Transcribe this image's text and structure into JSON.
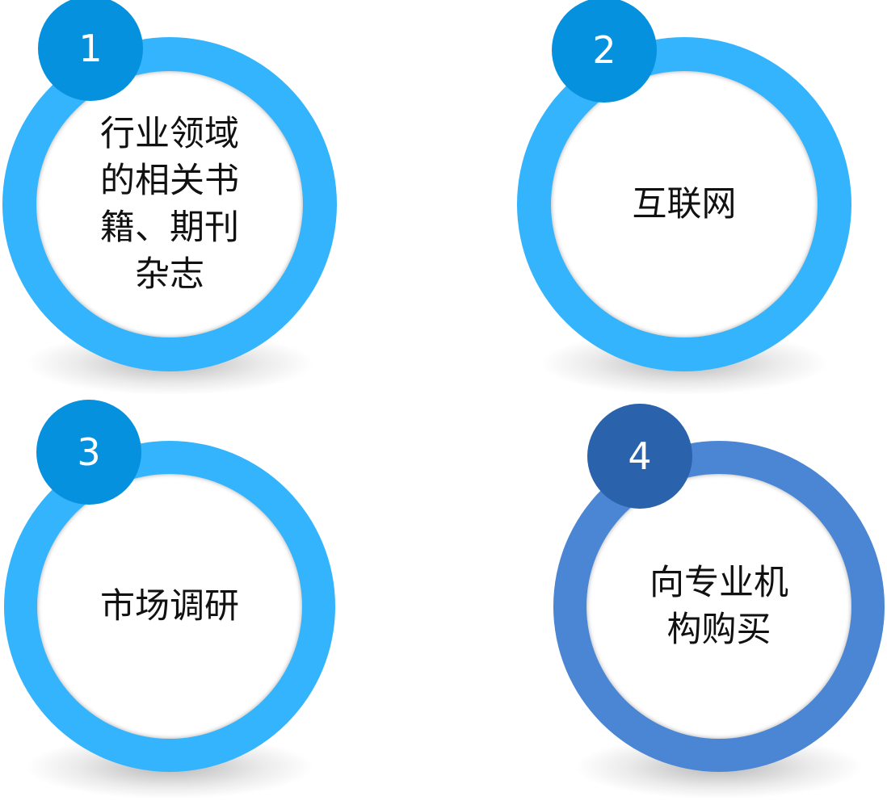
{
  "colors": {
    "light_ring": "#33b4fc",
    "light_badge": "#0591de",
    "dark_ring": "#4a86d4",
    "dark_badge": "#2a62ab"
  },
  "items": [
    {
      "number": "1",
      "label": "行业领域的相关书籍、期刊杂志"
    },
    {
      "number": "2",
      "label": "互联网"
    },
    {
      "number": "3",
      "label": "市场调研"
    },
    {
      "number": "4",
      "label": "向专业机构购买"
    }
  ]
}
